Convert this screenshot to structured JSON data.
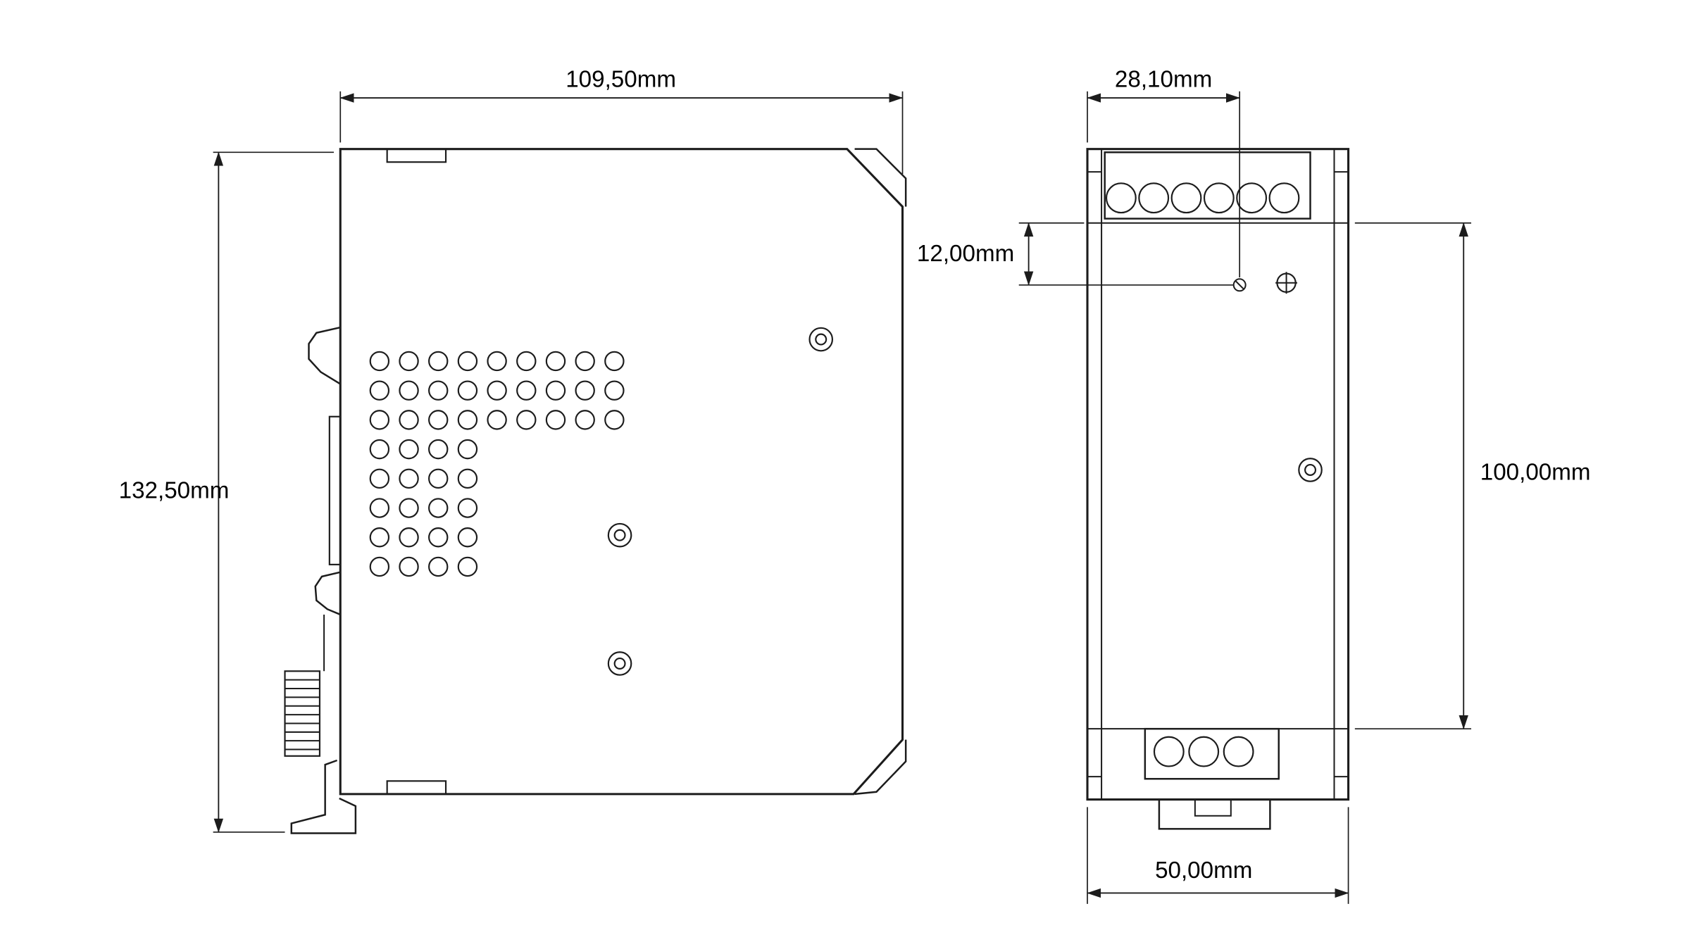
{
  "colors": {
    "background": "#ffffff",
    "line": "#1c1c1c",
    "text": "#000000"
  },
  "dimensions": {
    "side_overall_width": "109,50mm",
    "side_overall_height": "132,50mm",
    "front_screw_offset_x": "28,10mm",
    "front_screw_offset_y": "12,00mm",
    "front_mounting_span": "100,00mm",
    "front_overall_width": "50,00mm"
  }
}
